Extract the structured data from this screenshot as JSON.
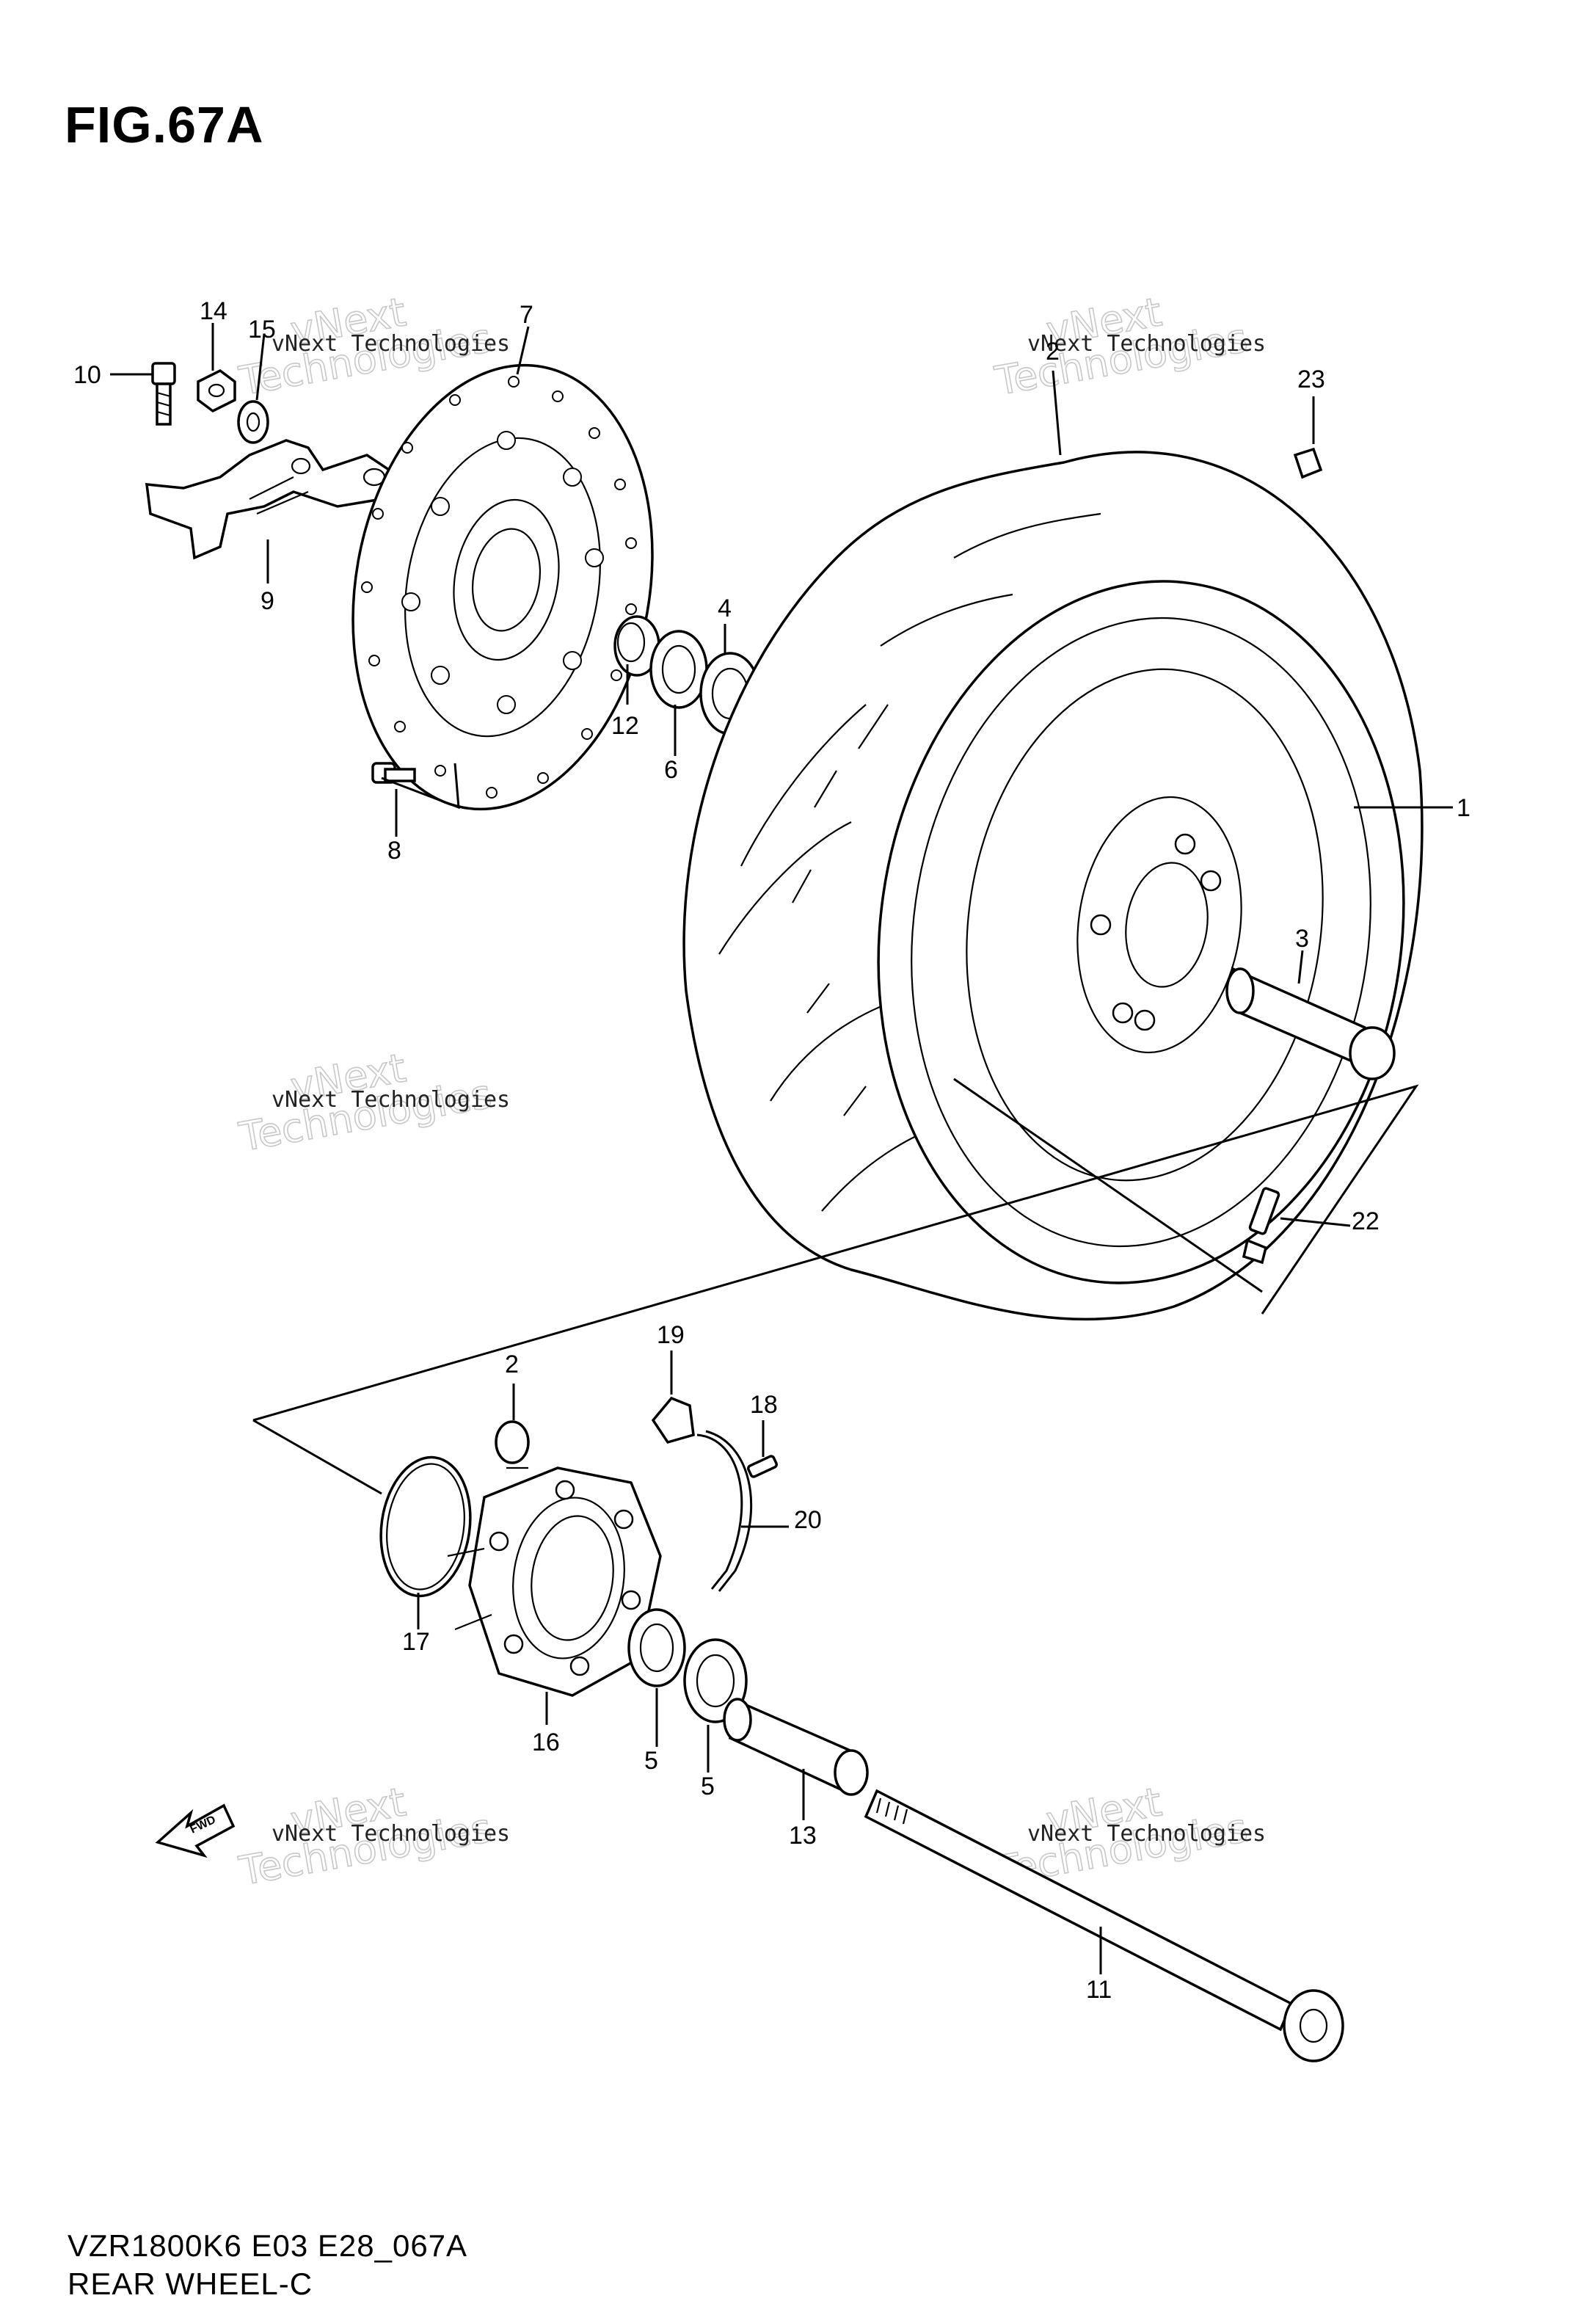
{
  "figure": {
    "title": "FIG.67A"
  },
  "footer": {
    "model_code": "VZR1800K6 E03 E28_067A",
    "diagram_name": "REAR WHEEL-C"
  },
  "watermark": {
    "line1": "vNext Technologies",
    "line2": "vNext",
    "line3": "Technologies"
  },
  "direction_arrow": {
    "label": "FWD"
  },
  "callouts": [
    "1",
    "2",
    "3",
    "4",
    "5",
    "6",
    "7",
    "8",
    "9",
    "10",
    "11",
    "12",
    "13",
    "14",
    "15",
    "16",
    "17",
    "18",
    "19",
    "20",
    "22",
    "23"
  ],
  "labels": {
    "c1": "1",
    "c2a": "2",
    "c2b": "2",
    "c3": "3",
    "c4": "4",
    "c5a": "5",
    "c5b": "5",
    "c6": "6",
    "c7": "7",
    "c8": "8",
    "c9": "9",
    "c10": "10",
    "c11": "11",
    "c12": "12",
    "c13": "13",
    "c14": "14",
    "c15": "15",
    "c16": "16",
    "c17": "17",
    "c18": "18",
    "c19": "19",
    "c20": "20",
    "c22": "22",
    "c23": "23"
  }
}
